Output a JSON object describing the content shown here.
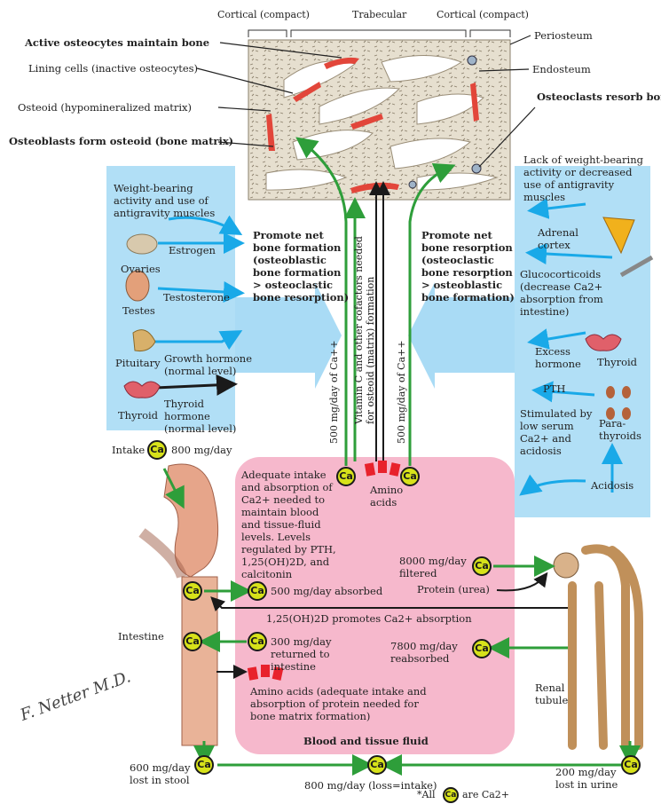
{
  "header": {
    "cortical_left": "Cortical (compact)",
    "trabecular": "Trabecular",
    "cortical_right": "Cortical (compact)"
  },
  "bone_labels": {
    "active_osteocytes": "Active osteocytes maintain bone",
    "lining_cells": "Lining cells (inactive osteocytes)",
    "osteoid": "Osteoid (hypomineralized matrix)",
    "osteoblasts": "Osteoblasts form osteoid (bone matrix)",
    "periosteum": "Periosteum",
    "endosteum": "Endosteum",
    "osteoclasts": "Osteoclasts resorb bone"
  },
  "left_panel": {
    "weight_bearing": "Weight-bearing activity and use of antigravity muscles",
    "estrogen": "Estrogen",
    "ovaries": "Ovaries",
    "testosterone": "Testosterone",
    "testes": "Testes",
    "growth_hormone": "Growth hormone (normal level)",
    "pituitary": "Pituitary",
    "thyroid_hormone": "Thyroid hormone (normal level)",
    "thyroid": "Thyroid",
    "promote_formation": "Promote net bone formation (osteoblastic bone formation > osteoclastic bone resorption)"
  },
  "right_panel": {
    "lack_weight_bearing": "Lack of weight-bearing activity or decreased use of antigravity muscles",
    "adrenal_cortex": "Adrenal cortex",
    "glucocorticoids": "Glucocorticoids (decrease Ca2+ absorption from intestine)",
    "excess_hormone": "Excess hormone",
    "thyroid": "Thyroid",
    "pth": "PTH",
    "stimulated": "Stimulated by low serum Ca2+ and acidosis",
    "parathyroids": "Para-thyroids",
    "acidosis": "Acidosis",
    "promote_resorption": "Promote net bone resorption (osteoclastic bone resorption > osteoblastic bone formation)"
  },
  "vertical_labels": {
    "left_ca": "500 mg/day of Ca++",
    "vitamin_c": "Vitamin C and other cofactors needed",
    "osteoid_formation": "for osteoid (matrix) formation",
    "right_ca": "500 mg/day of Ca++"
  },
  "blood_box": {
    "adequate": "Adequate intake and absorption of Ca2+ needed to maintain blood and tissue-fluid levels. Levels regulated by PTH, 1,25(OH)2D, and calcitonin",
    "amino_acids_top": "Amino acids",
    "absorbed": "500 mg/day absorbed",
    "promotes": "1,25(OH)2D promotes Ca2+ absorption",
    "returned": "300 mg/day returned to intestine",
    "amino_acids_bottom": "Amino acids (adequate intake and absorption of protein needed for bone matrix formation)",
    "title": "Blood and tissue fluid",
    "filtered": "8000 mg/day filtered",
    "protein": "Protein (urea)",
    "reabsorbed": "7800 mg/day reabsorbed"
  },
  "bottom": {
    "intake": "Intake",
    "intake_amount": "800 mg/day",
    "intestine": "Intestine",
    "renal_tubule": "Renal tubule",
    "stool": "600 mg/day lost in stool",
    "balance": "800 mg/day (loss=intake)",
    "urine": "200 mg/day lost in urine",
    "footnote_pre": "*All",
    "footnote_post": "are Ca2+",
    "ca": "Ca",
    "signature": "F. Netter M.D."
  }
}
